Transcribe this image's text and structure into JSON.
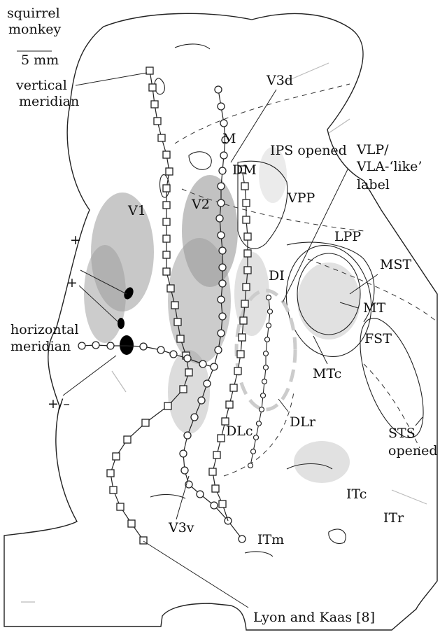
{
  "figure": {
    "species_line1": "squirrel",
    "species_line2": "monkey",
    "scale_bar": "5 mm",
    "citation": "Lyon and Kaas [8]"
  },
  "labels": {
    "vertical_meridian_1": "vertical",
    "vertical_meridian_2": "meridian",
    "horizontal_meridian_1": "horizontal",
    "horizontal_meridian_2": "meridian",
    "plus_upper": "+",
    "plus_lower": "+",
    "plus_minus": "+/–",
    "v1": "V1",
    "v2": "V2",
    "v3d": "V3d",
    "v3v": "V3v",
    "m": "M",
    "dm": "DM",
    "ips": "IPS opened",
    "vlp_1": "VLP/",
    "vlp_2": "VLA-‘like’",
    "vlp_3": "label",
    "vpp": "VPP",
    "lpp": "LPP",
    "mst": "MST",
    "di": "DI",
    "mt": "MT",
    "fst": "FST",
    "mtc": "MTc",
    "dlr": "DLr",
    "dlc": "DLc",
    "sts_1": "STS",
    "sts_2": "opened",
    "itc": "ITc",
    "itr": "ITr",
    "itm": "ITm"
  }
}
